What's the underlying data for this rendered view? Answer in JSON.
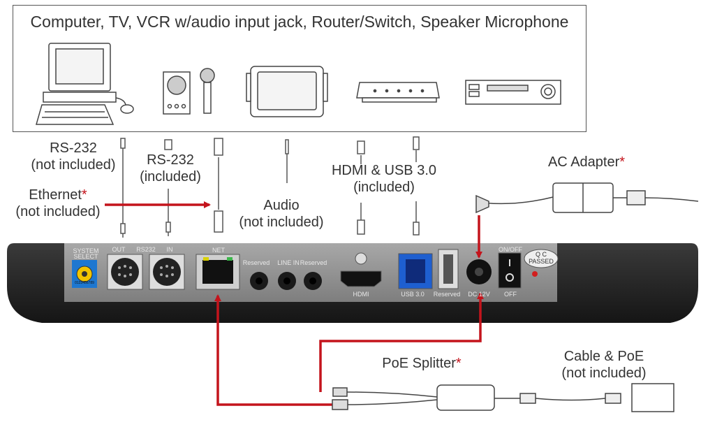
{
  "header": {
    "title": "Computer, TV, VCR w/audio input jack, Router/Switch, Speaker Microphone"
  },
  "cables": {
    "rs232_out": {
      "line1": "RS-232",
      "line2": "(not included)"
    },
    "rs232_in": {
      "line1": "RS-232",
      "line2": "(included)"
    },
    "ethernet": {
      "line1": "Ethernet",
      "star": "*",
      "line2": "(not included)"
    },
    "audio": {
      "line1": "Audio",
      "line2": "(not included)"
    },
    "hdmi_usb": {
      "line1": "HDMI & USB 3.0",
      "line2": "(included)"
    },
    "ac_adapter": {
      "line1": "AC Adapter",
      "star": "*"
    },
    "poe_splitter": {
      "line1": "PoE Splitter",
      "star": "*"
    },
    "cable_poe": {
      "line1": "Cable & PoE",
      "line2": "(not included)"
    }
  },
  "panel_labels": {
    "system_select_1": "SYSTEM",
    "system_select_2": "SELECT",
    "out": "OUT",
    "rs232": "RS232",
    "in": "IN",
    "net": "NET",
    "reserved_left": "Reserved",
    "line_in": "LINE IN",
    "reserved_right": "Reserved",
    "hdmi": "HDMI",
    "usb": "USB 3.0",
    "reserved_usb": "Reserved",
    "dc": "DC 12V",
    "power_on_off": "ON/OFF",
    "off": "OFF",
    "qc_1": "Q C",
    "qc_2": "PASSED",
    "rotary_digits": "0123456789"
  },
  "colors": {
    "arrow": "#c4141c",
    "panel": "#2b2b2b",
    "plate": "#9a9a9a",
    "cable": "#555555"
  }
}
